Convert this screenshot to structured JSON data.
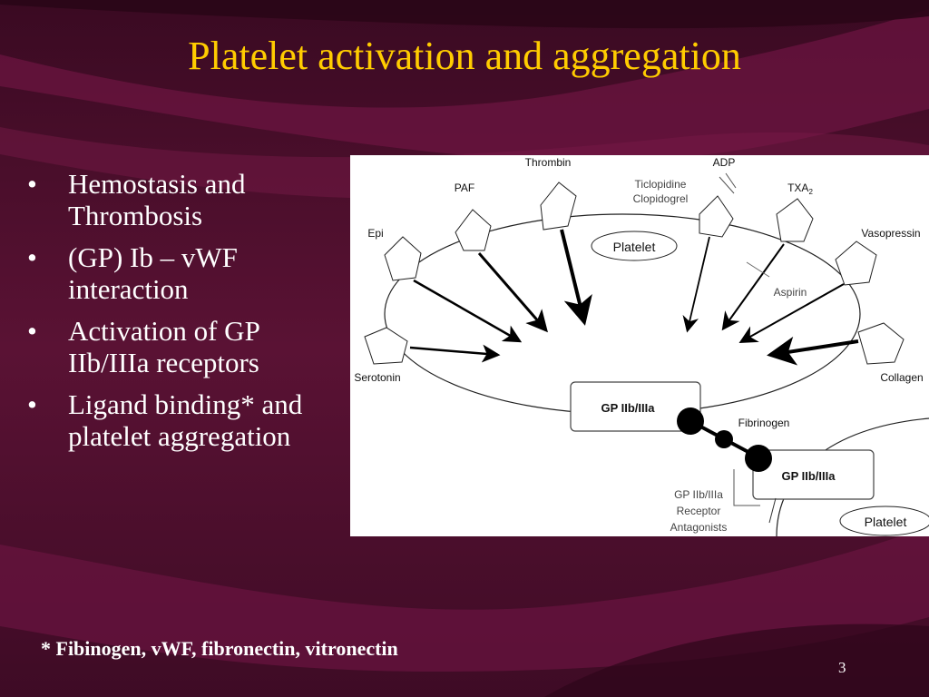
{
  "slide": {
    "title": "Platelet activation and aggregation",
    "bullets": [
      {
        "text": "Hemostasis and Thrombosis"
      },
      {
        "text": "(GP) Ib – vWF interaction"
      },
      {
        "text": "Activation of GP IIb/IIIa receptors"
      },
      {
        "text": "Ligand binding* and platelet aggregation"
      }
    ],
    "bullet_glyph": "•",
    "footnote": "* Fibinogen, vWF, fibronectin, vitronectin",
    "slide_number": "3"
  },
  "diagram": {
    "agonists": {
      "thrombin": "Thrombin",
      "adp": "ADP",
      "paf": "PAF",
      "txa2": "TXA",
      "txa2_subscript": "2",
      "epi": "Epi",
      "vasopressin": "Vasopressin",
      "serotonin": "Serotonin",
      "collagen": "Collagen"
    },
    "drugs": {
      "ticlopidine": "Ticlopidine",
      "clopidogrel": "Clopidogrel",
      "aspirin": "Aspirin",
      "antagonists_line1": "GP IIb/IIIa",
      "antagonists_line2": "Receptor",
      "antagonists_line3": "Antagonists"
    },
    "platelet_label": "Platelet",
    "platelet_label_2": "Platelet",
    "receptor_label": "GP IIb/IIIa",
    "receptor_label_2": "GP IIb/IIIa",
    "fibrinogen_label": "Fibrinogen"
  },
  "colors": {
    "title": "#ffcc00",
    "text": "#ffffff",
    "background": "#4a0f2c",
    "swoosh": "#7a1444"
  }
}
